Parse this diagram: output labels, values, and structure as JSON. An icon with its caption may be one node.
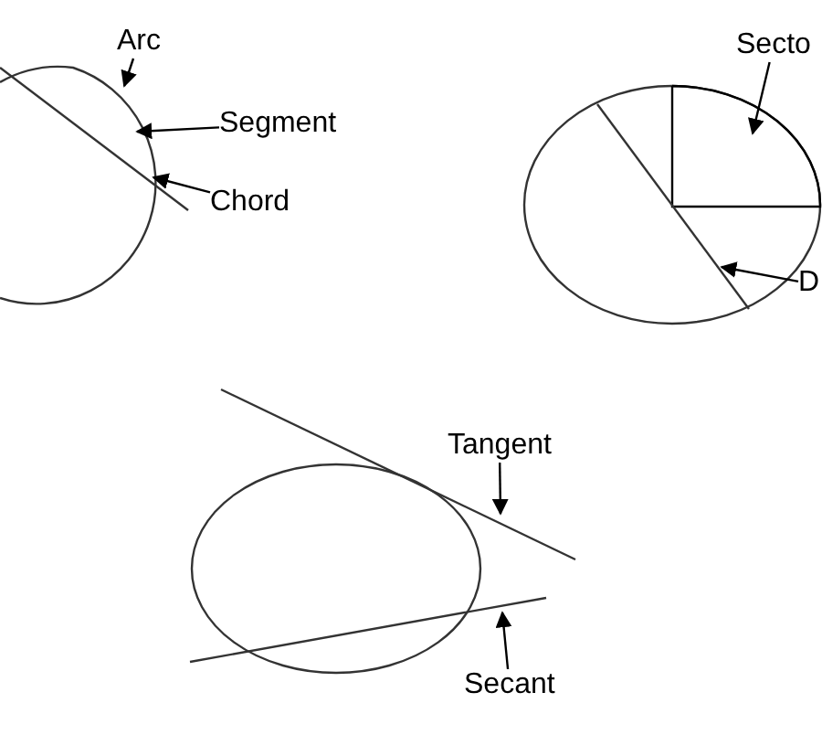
{
  "diagram": {
    "nodes": [
      {
        "text": [
          "Arc"
        ]
      },
      {
        "text": [
          "Segment"
        ]
      },
      {
        "text": [
          "Chord"
        ]
      },
      {
        "text": [
          "Secto"
        ]
      },
      {
        "text": [
          "D"
        ]
      },
      {
        "text": [
          "Tangent"
        ]
      },
      {
        "text": [
          "Secant"
        ]
      },
      {
        "text": [],
        "shape": "sector"
      },
      {
        "text": [],
        "shape": "line"
      }
    ],
    "edges": [
      {
        "from": 0,
        "to": null,
        "arrow": "to"
      },
      {
        "from": 1,
        "to": null,
        "arrow": "to"
      },
      {
        "from": 2,
        "to": null,
        "arrow": "to"
      },
      {
        "from": 3,
        "to": 7,
        "arrow": "to"
      },
      {
        "from": 4,
        "to": 8,
        "arrow": "to"
      },
      {
        "from": 5,
        "to": null,
        "arrow": "to"
      },
      {
        "from": 6,
        "to": null,
        "arrow": "to"
      }
    ]
  }
}
